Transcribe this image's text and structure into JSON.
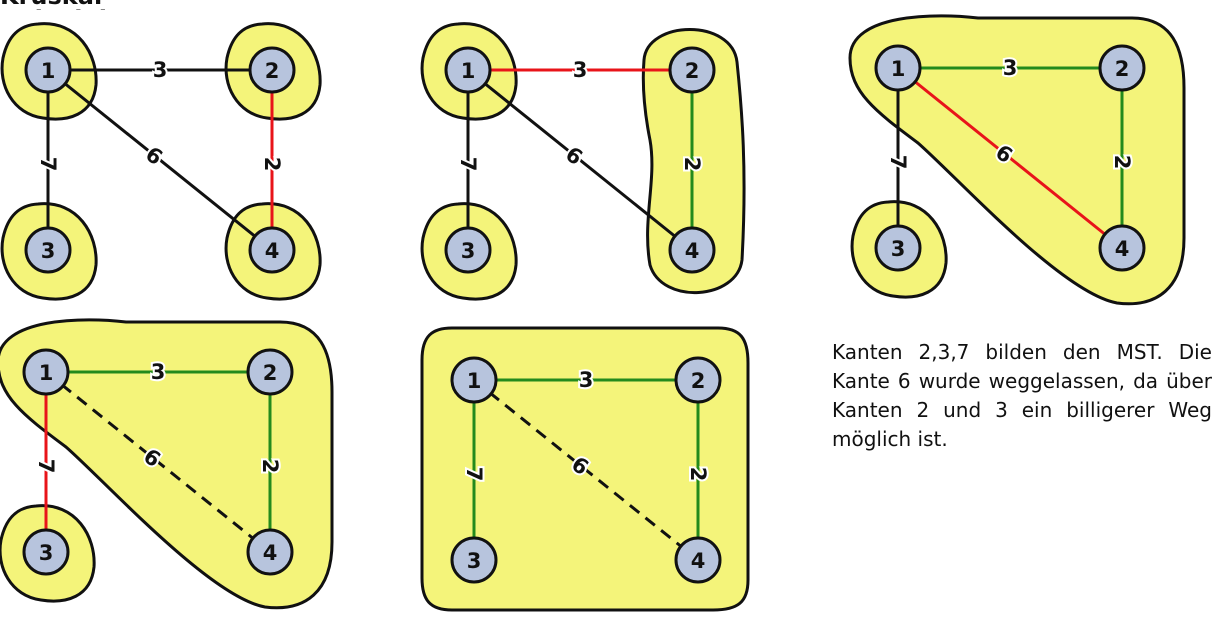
{
  "top_fragment": "Kruskal-Beispiel",
  "colors": {
    "region_fill": "#f4f47a",
    "region_stroke": "#111111",
    "node_fill": "#b7c4dd",
    "node_stroke": "#111111",
    "edge_default": "#111111",
    "edge_selected": "#e8141a",
    "edge_in_tree": "#238a1c"
  },
  "nodes": [
    {
      "id": "1",
      "label": "1"
    },
    {
      "id": "2",
      "label": "2"
    },
    {
      "id": "3",
      "label": "3"
    },
    {
      "id": "4",
      "label": "4"
    }
  ],
  "edges": [
    {
      "id": "e12",
      "from": "1",
      "to": "2",
      "weight": "3"
    },
    {
      "id": "e13",
      "from": "1",
      "to": "3",
      "weight": "7"
    },
    {
      "id": "e14",
      "from": "1",
      "to": "4",
      "weight": "6"
    },
    {
      "id": "e24",
      "from": "2",
      "to": "4",
      "weight": "2"
    }
  ],
  "steps": [
    {
      "id": "step1",
      "regions": [
        [
          "1"
        ],
        [
          "2"
        ],
        [
          "3"
        ],
        [
          "4"
        ]
      ],
      "edge_states": {
        "e12": "default",
        "e13": "default",
        "e14": "default",
        "e24": "selected"
      }
    },
    {
      "id": "step2",
      "regions": [
        [
          "1"
        ],
        [
          "3"
        ],
        [
          "2",
          "4"
        ]
      ],
      "edge_states": {
        "e12": "selected",
        "e13": "default",
        "e14": "default",
        "e24": "tree"
      }
    },
    {
      "id": "step3",
      "regions": [
        [
          "3"
        ],
        [
          "1",
          "2",
          "4"
        ]
      ],
      "edge_states": {
        "e12": "tree",
        "e13": "default",
        "e14": "selected",
        "e24": "tree"
      }
    },
    {
      "id": "step4",
      "regions": [
        [
          "3"
        ],
        [
          "1",
          "2",
          "4"
        ]
      ],
      "edge_states": {
        "e12": "tree",
        "e13": "selected",
        "e14": "dashed",
        "e24": "tree"
      }
    },
    {
      "id": "step5",
      "regions": [
        [
          "1",
          "2",
          "3",
          "4"
        ]
      ],
      "edge_states": {
        "e12": "tree",
        "e13": "tree",
        "e14": "dashed",
        "e24": "tree"
      }
    }
  ],
  "caption": "Kanten 2,3,7 bilden den MST. Die Kante 6 wurde weggelassen, da über Kanten 2 und 3 ein billigerer Weg möglich ist."
}
